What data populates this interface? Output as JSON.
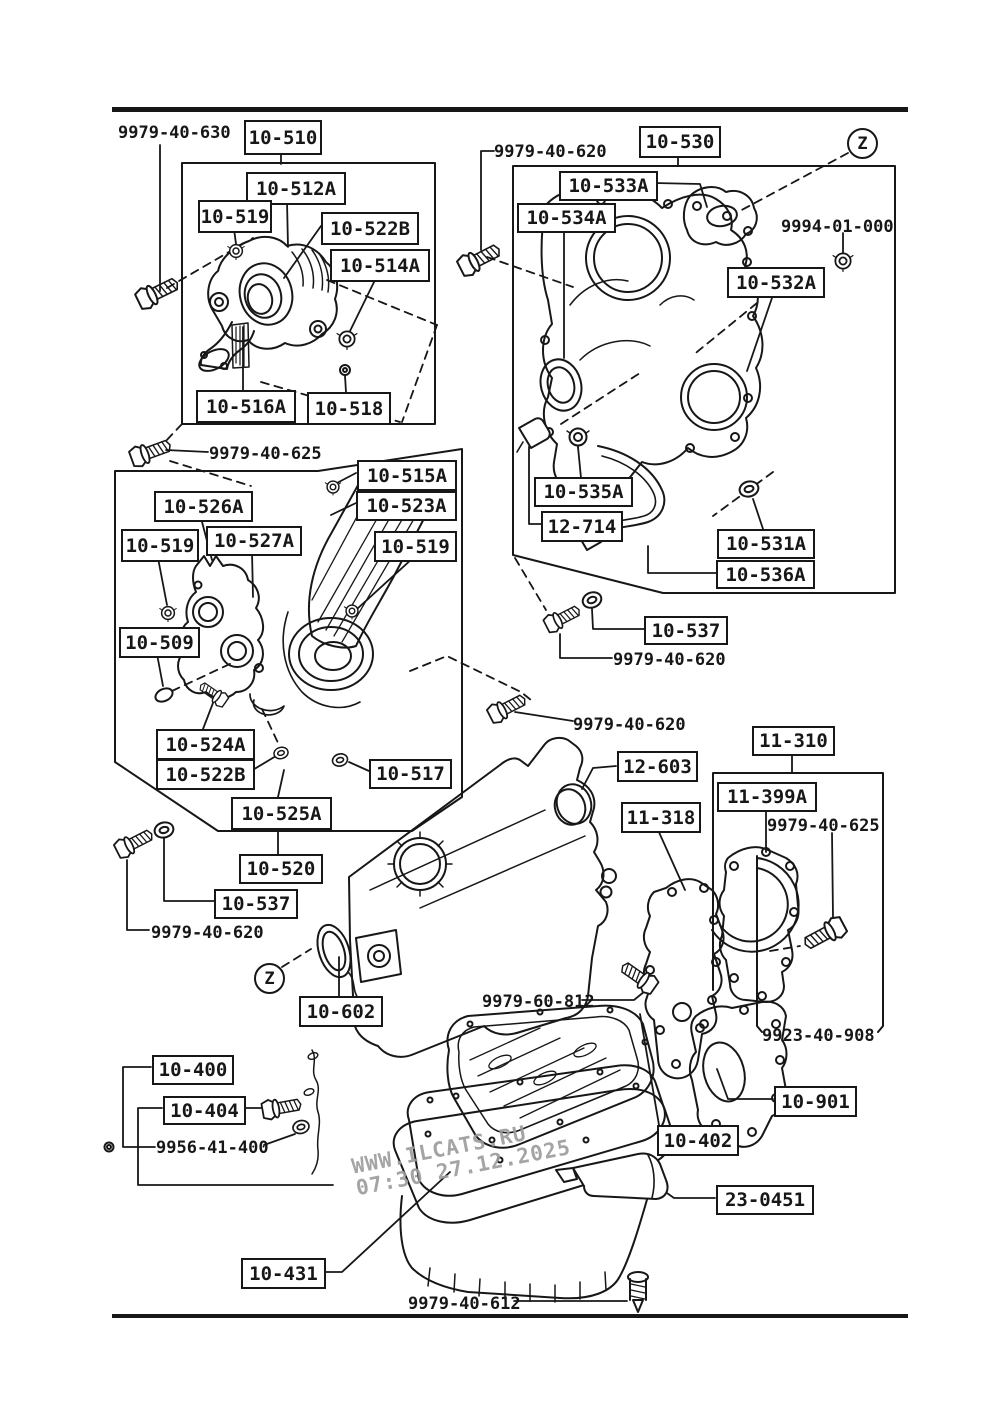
{
  "colors": {
    "ink": "#171717",
    "paper": "#ffffff",
    "watermark": "#9b9b9b"
  },
  "watermark": {
    "line1": "WWW.ILCATS.RU",
    "line2": "07:30 27.12.2025"
  },
  "zones": [
    {
      "text": "Z"
    },
    {
      "text": "Z"
    }
  ],
  "labels": [
    {
      "text": "9979-40-630",
      "boxed": false
    },
    {
      "text": "10-510",
      "boxed": true
    },
    {
      "text": "10-512A",
      "boxed": true
    },
    {
      "text": "10-519",
      "boxed": true
    },
    {
      "text": "10-522B",
      "boxed": true
    },
    {
      "text": "10-514A",
      "boxed": true
    },
    {
      "text": "10-516A",
      "boxed": true
    },
    {
      "text": "10-518",
      "boxed": true
    },
    {
      "text": "9979-40-625",
      "boxed": false
    },
    {
      "text": "10-515A",
      "boxed": true
    },
    {
      "text": "10-526A",
      "boxed": true
    },
    {
      "text": "10-523A",
      "boxed": true
    },
    {
      "text": "10-519",
      "boxed": true
    },
    {
      "text": "10-527A",
      "boxed": true
    },
    {
      "text": "10-519",
      "boxed": true
    },
    {
      "text": "10-509",
      "boxed": true
    },
    {
      "text": "10-524A",
      "boxed": true
    },
    {
      "text": "10-522B",
      "boxed": true
    },
    {
      "text": "10-517",
      "boxed": true
    },
    {
      "text": "10-525A",
      "boxed": true
    },
    {
      "text": "10-520",
      "boxed": true
    },
    {
      "text": "10-537",
      "boxed": true
    },
    {
      "text": "9979-40-620",
      "boxed": false
    },
    {
      "text": "10-602",
      "boxed": true
    },
    {
      "text": "9979-40-620",
      "boxed": false
    },
    {
      "text": "10-530",
      "boxed": true
    },
    {
      "text": "10-533A",
      "boxed": true
    },
    {
      "text": "10-534A",
      "boxed": true
    },
    {
      "text": "9994-01-000",
      "boxed": false
    },
    {
      "text": "10-532A",
      "boxed": true
    },
    {
      "text": "10-535A",
      "boxed": true
    },
    {
      "text": "12-714",
      "boxed": true
    },
    {
      "text": "10-531A",
      "boxed": true
    },
    {
      "text": "10-536A",
      "boxed": true
    },
    {
      "text": "10-537",
      "boxed": true
    },
    {
      "text": "9979-40-620",
      "boxed": false
    },
    {
      "text": "9979-40-620",
      "boxed": false
    },
    {
      "text": "11-310",
      "boxed": true
    },
    {
      "text": "12-603",
      "boxed": true
    },
    {
      "text": "11-399A",
      "boxed": true
    },
    {
      "text": "11-318",
      "boxed": true
    },
    {
      "text": "9979-40-625",
      "boxed": false
    },
    {
      "text": "9979-60-812",
      "boxed": false
    },
    {
      "text": "9923-40-908",
      "boxed": false
    },
    {
      "text": "10-901",
      "boxed": true
    },
    {
      "text": "10-402",
      "boxed": true
    },
    {
      "text": "23-0451",
      "boxed": true
    },
    {
      "text": "10-400",
      "boxed": true
    },
    {
      "text": "10-404",
      "boxed": true
    },
    {
      "text": "9956-41-400",
      "boxed": false
    },
    {
      "text": "10-431",
      "boxed": true
    },
    {
      "text": "9979-40-612",
      "boxed": false
    }
  ]
}
